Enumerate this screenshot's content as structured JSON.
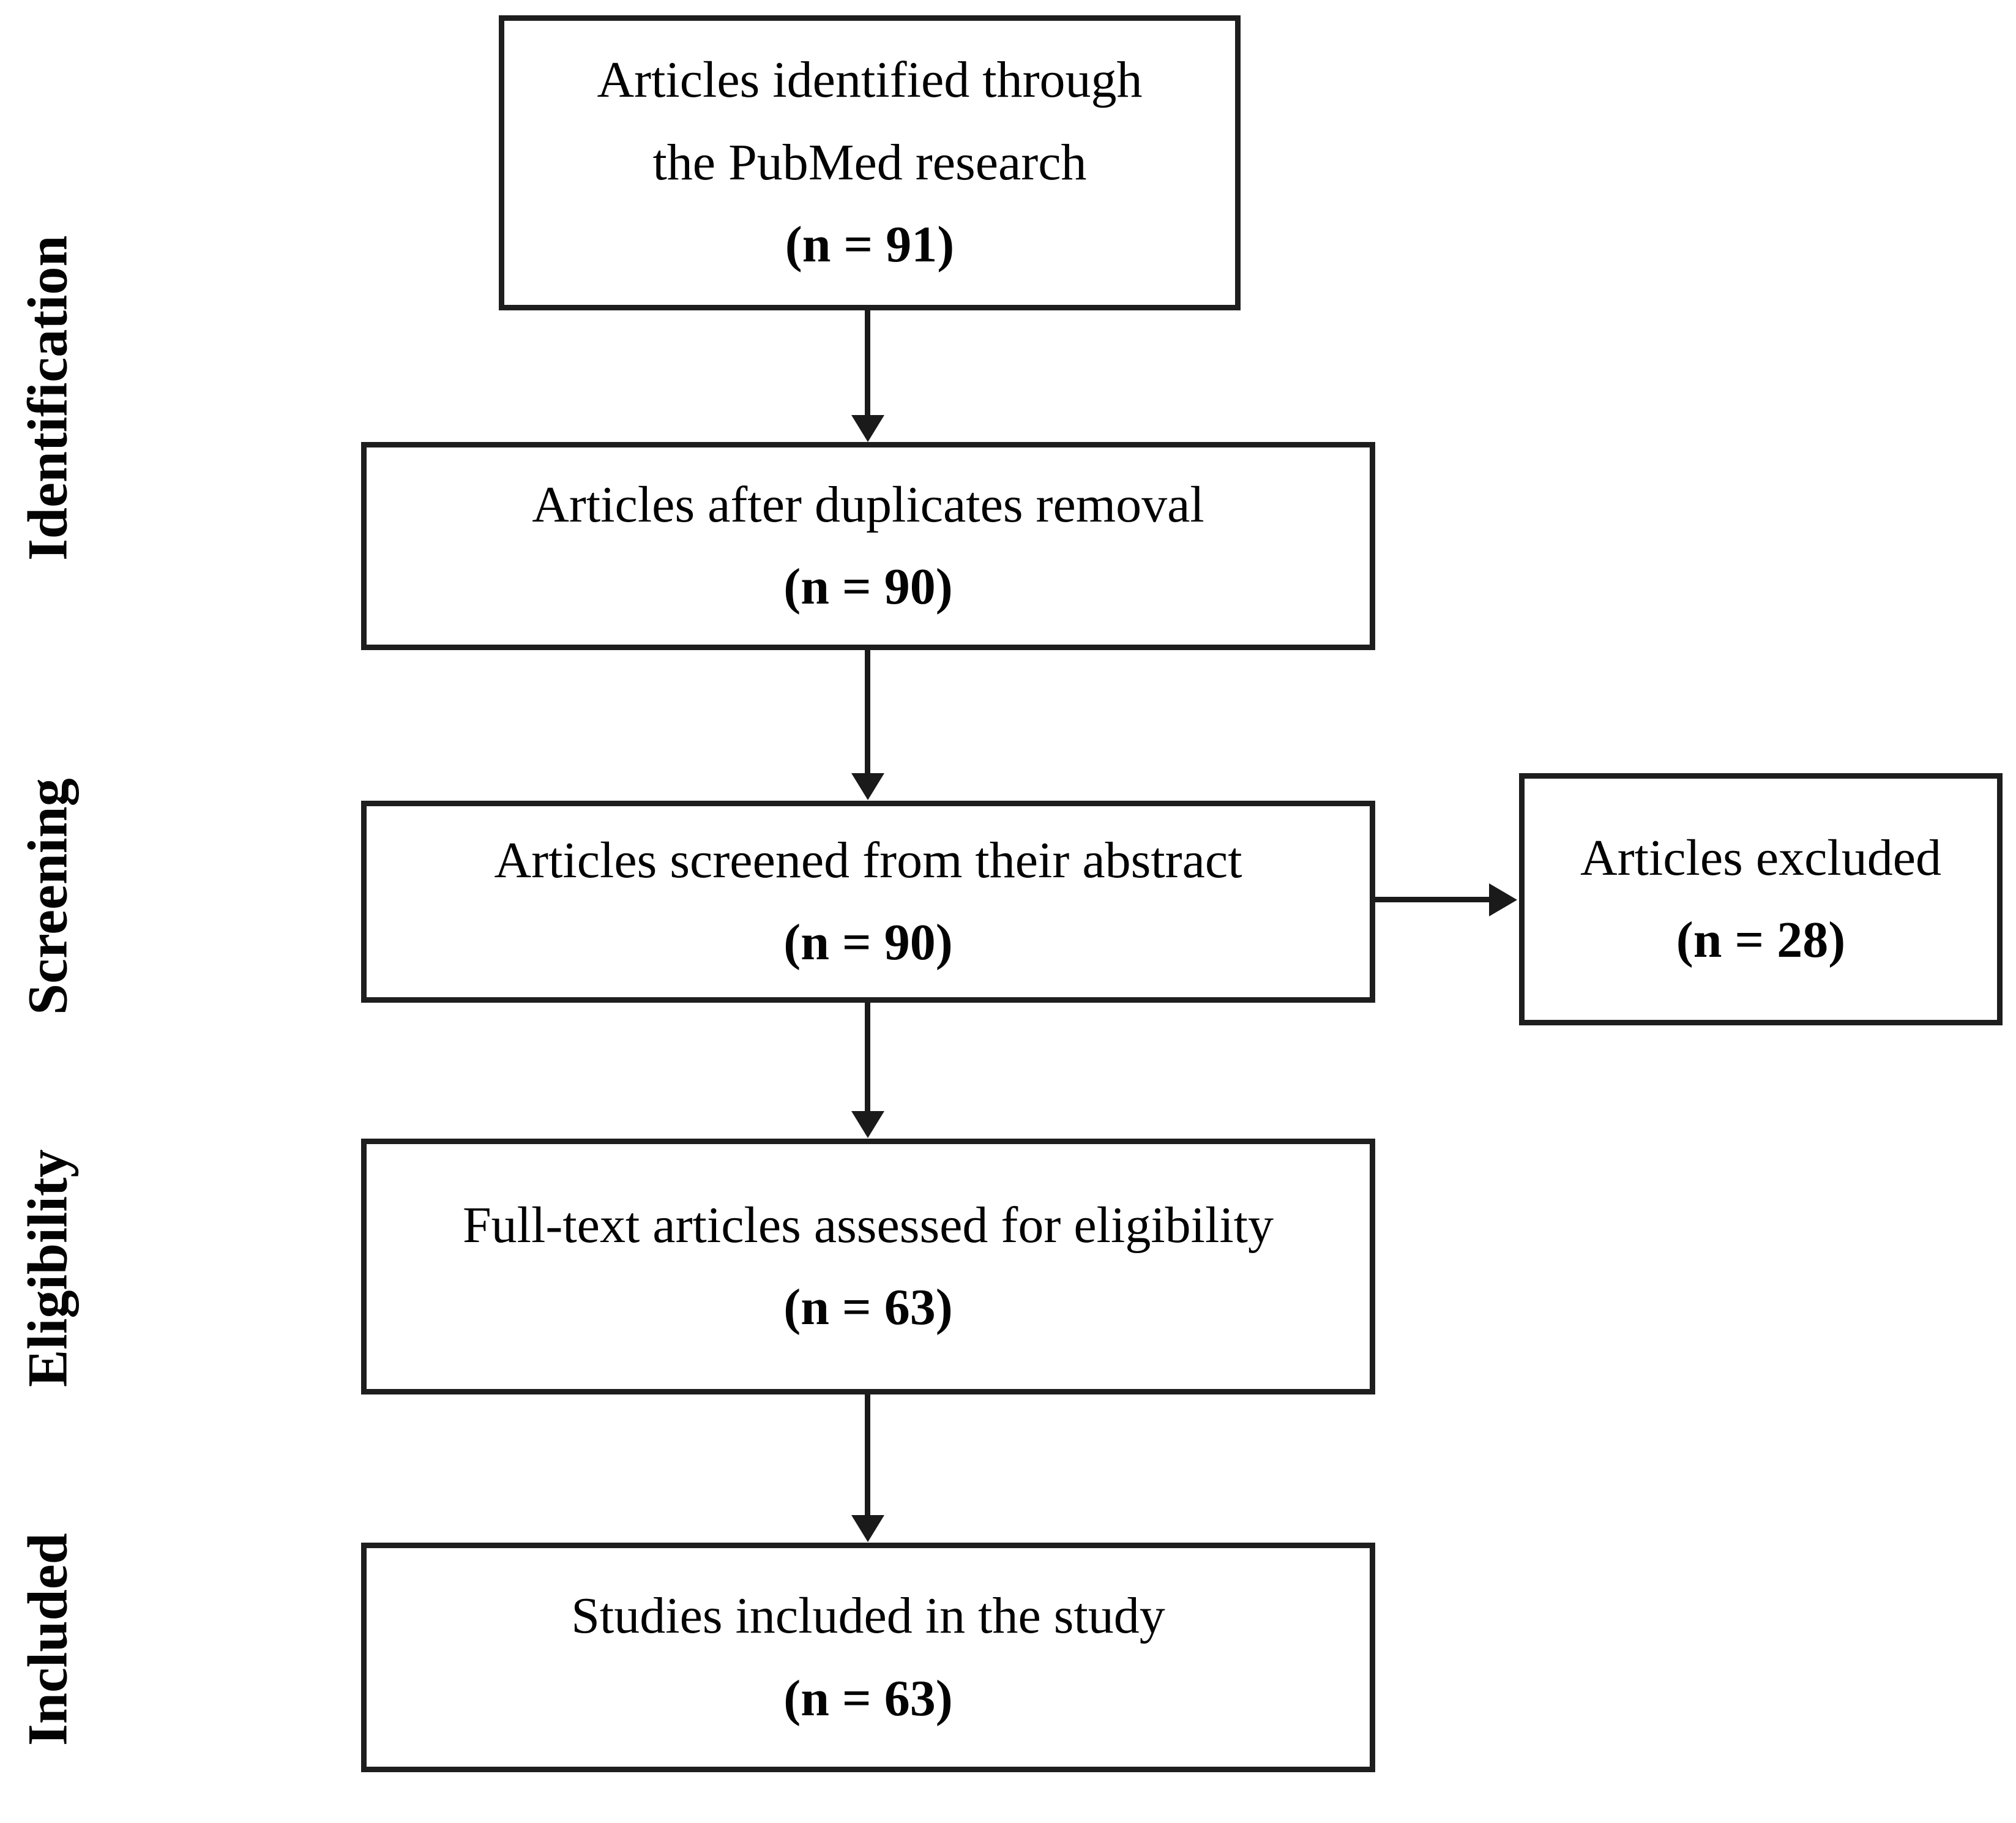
{
  "stages": [
    {
      "label": "Identification"
    },
    {
      "label": "Screening"
    },
    {
      "label": "Eligibility"
    },
    {
      "label": "Included"
    }
  ],
  "boxes": {
    "identified": {
      "line1": "Articles identified through",
      "line2": "the PubMed research",
      "count": "(n = 91)"
    },
    "duplicates_removed": {
      "line1": "Articles after duplicates removal",
      "count": "(n = 90)"
    },
    "screened": {
      "line1": "Articles screened from their abstract",
      "count": "(n = 90)"
    },
    "excluded": {
      "line1": "Articles excluded",
      "count": "(n = 28)"
    },
    "full_text": {
      "line1": "Full-text articles assessed for eligibility",
      "count": "(n = 63)"
    },
    "included": {
      "line1": "Studies included in the study",
      "count": "(n = 63)"
    }
  },
  "colors": {
    "background": "#ffffff",
    "border": "#1e1e1e",
    "arrow": "#1a1a1a",
    "text": "#030303"
  }
}
